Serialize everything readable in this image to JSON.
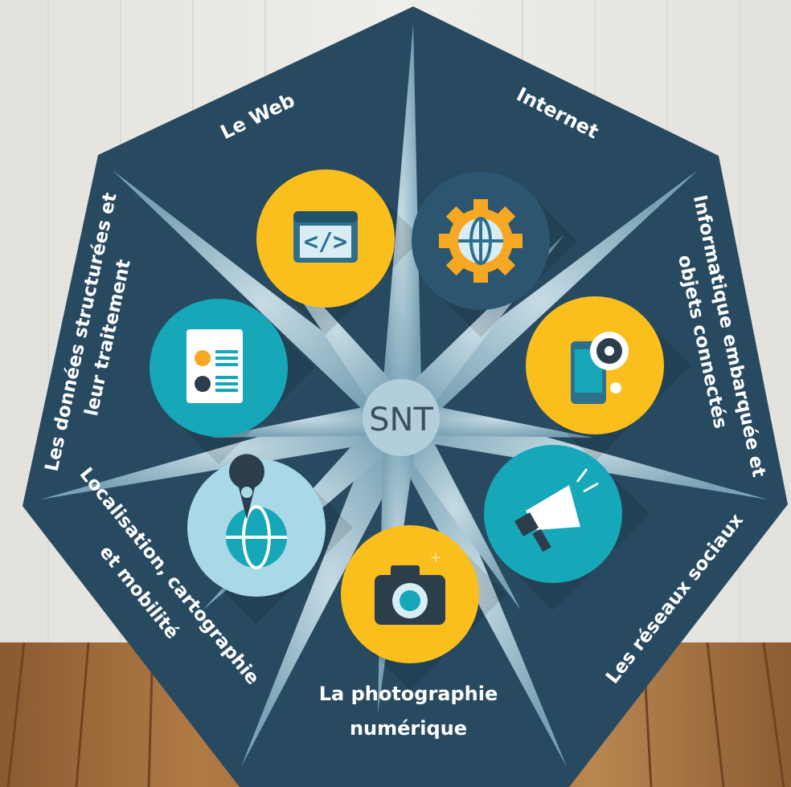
{
  "center_label": "SNT",
  "topics": [
    {
      "lines": [
        "Le Web"
      ],
      "icon": "code-window-icon",
      "circle_color": "#fbbf1d"
    },
    {
      "lines": [
        "Internet"
      ],
      "icon": "globe-gear-icon",
      "circle_color": "#2c5670"
    },
    {
      "lines": [
        "Informatique embarquée et",
        "objets connectés"
      ],
      "icon": "smartphone-gear-icon",
      "circle_color": "#fbbf1d"
    },
    {
      "lines": [
        "Les réseaux sociaux"
      ],
      "icon": "megaphone-icon",
      "circle_color": "#16a7b8"
    },
    {
      "lines": [
        "La photographie",
        "numérique"
      ],
      "icon": "camera-icon",
      "circle_color": "#fbbf1d"
    },
    {
      "lines": [
        "Localisation, cartographie",
        "et mobilité"
      ],
      "icon": "map-pin-globe-icon",
      "circle_color": "#a9d8e6"
    },
    {
      "lines": [
        "Les données structurées et",
        "leur traitement"
      ],
      "icon": "document-chart-icon",
      "circle_color": "#16a7b8"
    }
  ],
  "colors": {
    "panel": "#284a61",
    "star": "#8fb5c6",
    "wall": "#e8e6e1",
    "floor": "#a06f41"
  }
}
